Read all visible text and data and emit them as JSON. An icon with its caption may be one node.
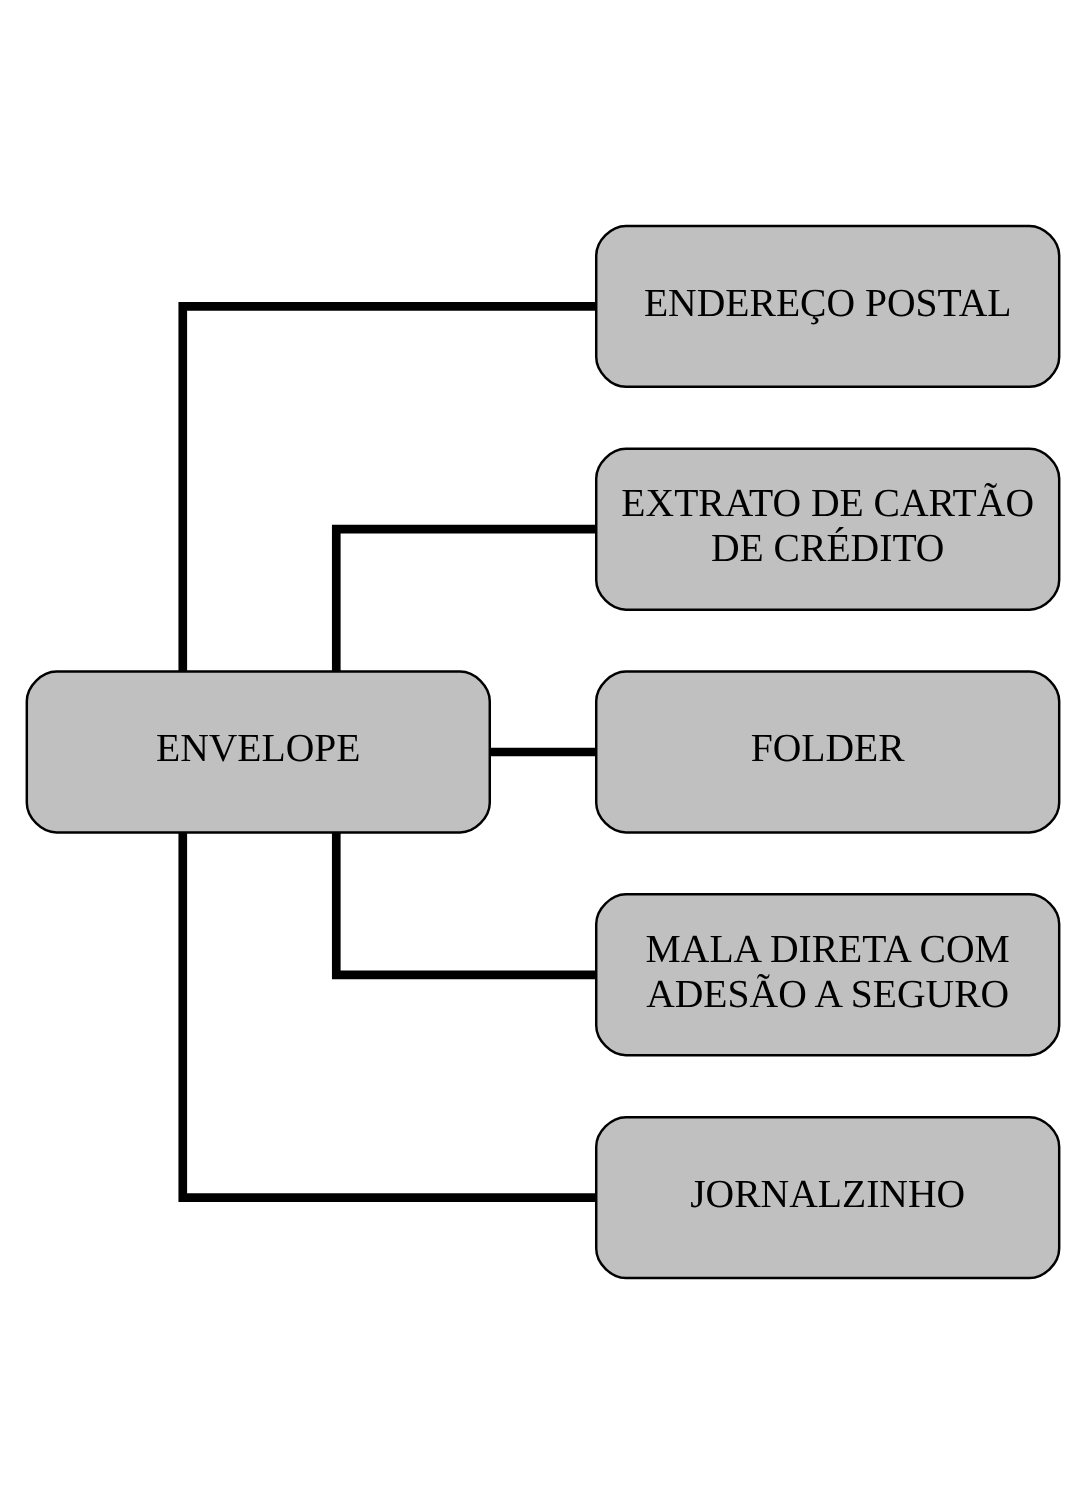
{
  "diagram": {
    "nodes": [
      {
        "text": [
          "ENVELOPE"
        ]
      },
      {
        "text": [
          "ENDEREÇO POSTAL"
        ]
      },
      {
        "text": [
          "EXTRATO DE CARTÃO DE CRÉDITO"
        ]
      },
      {
        "text": [
          "FOLDER"
        ]
      },
      {
        "text": [
          "MALA DIRETA COM ADESÃO A SEGURO"
        ]
      },
      {
        "text": [
          "JORNALZINHO"
        ]
      }
    ],
    "edges": [
      {
        "from": 0,
        "to": 1,
        "arrow": "none"
      },
      {
        "from": 0,
        "to": 2,
        "arrow": "none"
      },
      {
        "from": 0,
        "to": 3,
        "arrow": "none"
      },
      {
        "from": 0,
        "to": 4,
        "arrow": "none"
      },
      {
        "from": 0,
        "to": 5,
        "arrow": "none"
      }
    ]
  }
}
